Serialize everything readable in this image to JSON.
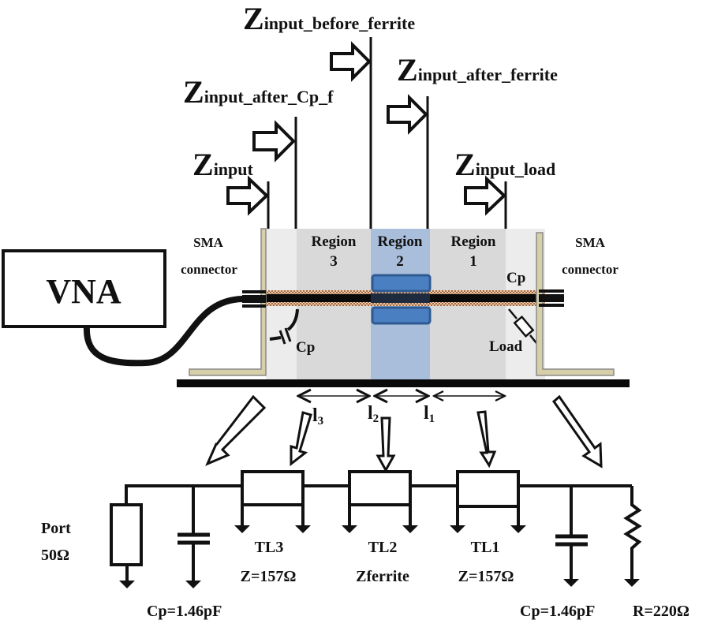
{
  "impedance_labels": {
    "before_ferrite": {
      "main": "Z",
      "sub": "input_before_ferrite"
    },
    "after_ferrite": {
      "main": "Z",
      "sub": "input_after_ferrite"
    },
    "after_cp_f": {
      "main": "Z",
      "sub": "input_after_Cp_f"
    },
    "input": {
      "main": "Z",
      "sub": "input"
    },
    "load": {
      "main": "Z",
      "sub": "input_load"
    }
  },
  "fixture": {
    "vna_label": "VNA",
    "sma_left": [
      "SMA",
      "connector"
    ],
    "sma_right": [
      "SMA",
      "connector"
    ],
    "regions": [
      {
        "name": "Region",
        "num": "3"
      },
      {
        "name": "Region",
        "num": "2"
      },
      {
        "name": "Region",
        "num": "1"
      }
    ],
    "cp_left": "Cp",
    "cp_right": "Cp",
    "load": "Load",
    "lengths": [
      {
        "main": "l",
        "sub": "3"
      },
      {
        "main": "l",
        "sub": "2"
      },
      {
        "main": "l",
        "sub": "1"
      }
    ]
  },
  "circuit": {
    "port_label": [
      "Port",
      "50Ω"
    ],
    "tl3": [
      "TL3",
      "Z=157Ω"
    ],
    "tl2": [
      "TL2",
      "Zferrite"
    ],
    "tl1": [
      "TL1",
      "Z=157Ω"
    ],
    "cp_left": "Cp=1.46pF",
    "cp_right": "Cp=1.46pF",
    "r_load": "R=220Ω"
  },
  "colors": {
    "region2_fill": "#a9bedb",
    "ferrite": "#4a7fc1",
    "sma_metal": "#d6cfa8",
    "trace_copper": "#b87a4b"
  }
}
